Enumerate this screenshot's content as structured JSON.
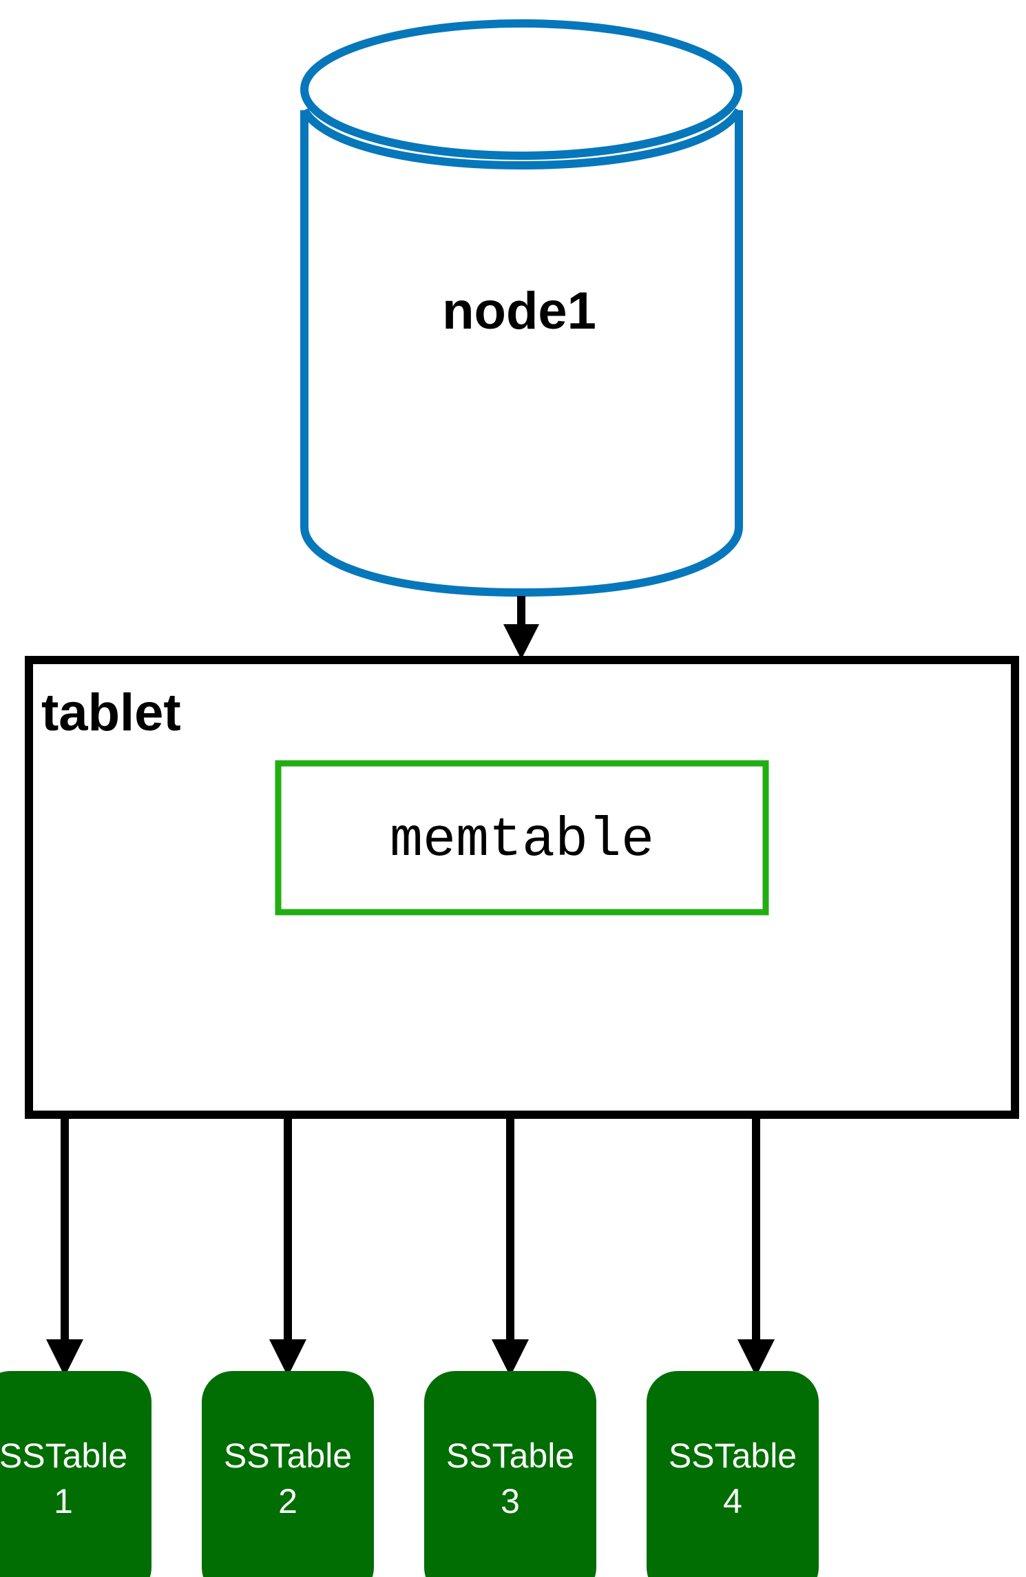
{
  "colors": {
    "node_stroke": "#0677bb",
    "tablet_stroke": "#000000",
    "memtable_stroke": "#22ae13",
    "sstable_fill": "#016e03",
    "sstable_text": "#ffffff",
    "arrow": "#000000"
  },
  "node": {
    "label": "node1"
  },
  "tablet": {
    "label": "tablet",
    "memtable_label": "memtable"
  },
  "sstables": [
    {
      "line1": "SSTable",
      "line2": "1"
    },
    {
      "line1": "SSTable",
      "line2": "2"
    },
    {
      "line1": "SSTable",
      "line2": "3"
    },
    {
      "line1": "SSTable",
      "line2": "4"
    }
  ]
}
